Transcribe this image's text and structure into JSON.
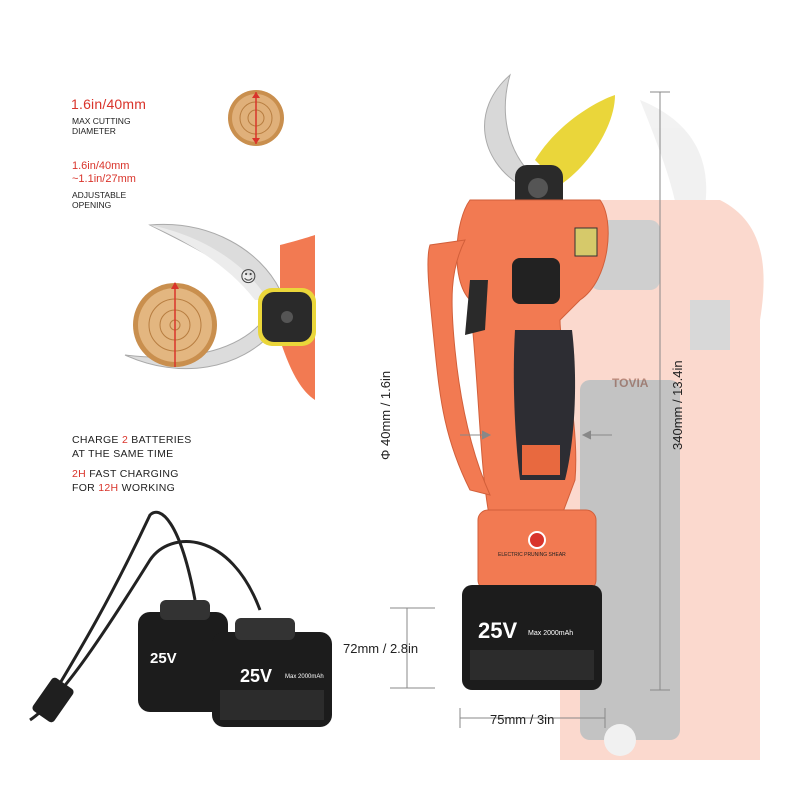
{
  "specs": {
    "max_cutting": {
      "value": "1.6in/40mm",
      "label_line1": "MAX CUTTING",
      "label_line2": "DIAMETER"
    },
    "adjustable": {
      "value_line1": "1.6in/40mm",
      "value_line2": "~1.1in/27mm",
      "label_line1": "ADJUSTABLE",
      "label_line2": "OPENING"
    }
  },
  "charging": {
    "line1_pre": "CHARGE ",
    "line1_num": "2",
    "line1_post": " BATTERIES",
    "line2": "AT THE SAME TIME",
    "line3_num": "2H",
    "line3_post": " FAST CHARGING",
    "line4_pre": "FOR ",
    "line4_num": "12H",
    "line4_post": " WORKING"
  },
  "battery": {
    "voltage": "25V",
    "max_label": "Max",
    "capacity": "2000mAh"
  },
  "tool": {
    "name_label": "ELECTRIC PRUNING SHEAR",
    "brand_ghost": "TOVIA"
  },
  "dimensions": {
    "height": "340mm / 13.4in",
    "grip_diameter": "Φ 40mm / 1.6in",
    "battery_height": "72mm / 2.8in",
    "battery_width": "75mm / 3in"
  },
  "colors": {
    "accent_red": "#d9342b",
    "tool_orange": "#f27a52",
    "blade_yellow": "#ead63a",
    "battery_black": "#1c1c1c"
  }
}
